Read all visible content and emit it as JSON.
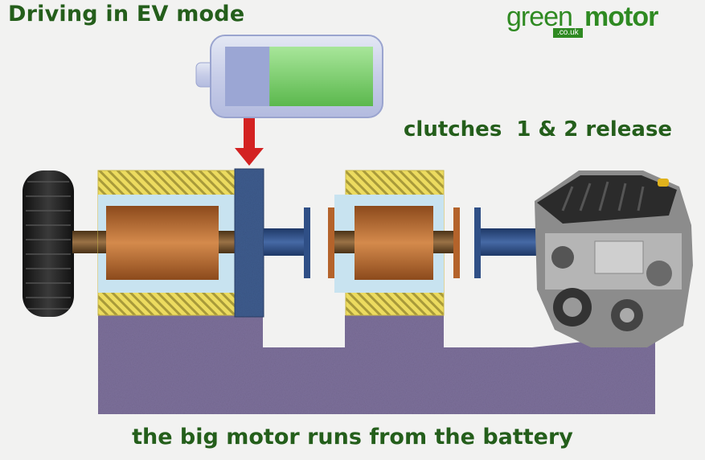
{
  "title": "Driving in EV mode",
  "logo": {
    "green": "green",
    "motor": "motor",
    "domain": ".co.uk"
  },
  "status_text": "clutches  1 & 2 release",
  "caption": "the big motor runs from the battery",
  "battery": {
    "charge_level": 0.7
  },
  "colors": {
    "title_green": "#245e1b",
    "logo_green": "#2f8a22",
    "chassis": "#7d709b",
    "shaft_blue": "#2f4f86",
    "copper": "#b4632b",
    "yellow_hatch": "#e9d85a",
    "battery_green": "#7fd06f",
    "arrow_red": "#d32222"
  }
}
